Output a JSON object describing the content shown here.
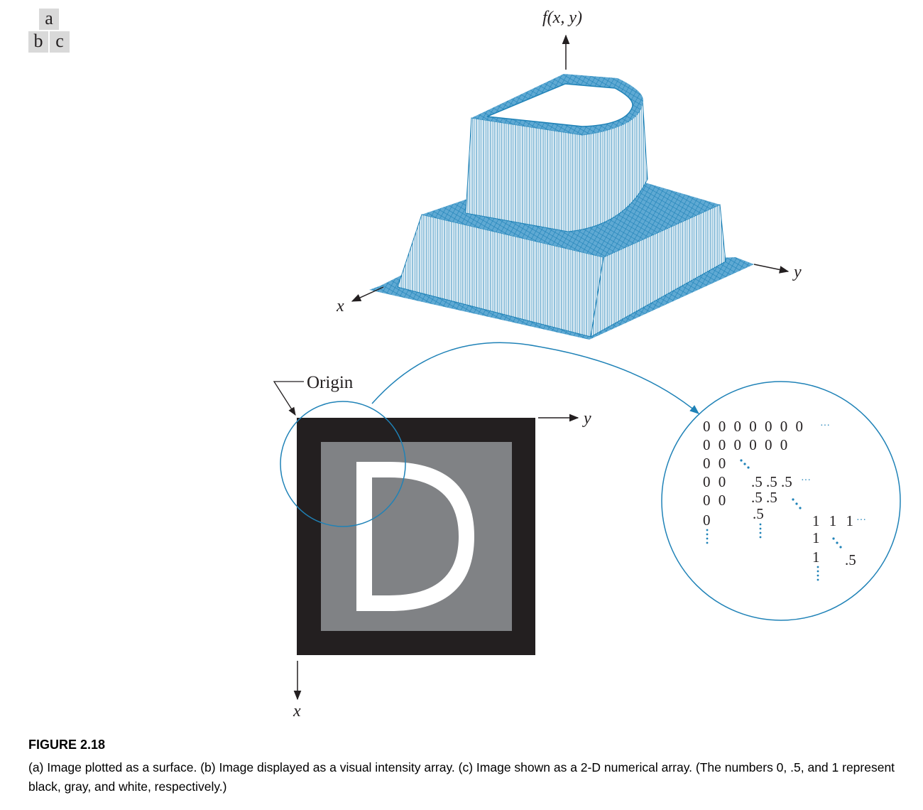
{
  "panel_keys": {
    "a": "a",
    "b": "b",
    "c": "c"
  },
  "surface_plot": {
    "z_axis_label": "f(x, y)",
    "x_axis_label": "x",
    "y_axis_label": "y"
  },
  "intensity_image": {
    "origin_label": "Origin",
    "x_axis_label": "x",
    "y_axis_label": "y",
    "letter": "D"
  },
  "numeric_array": {
    "rows": [
      "0 0 0 0 0 0 0",
      "0 0 0 0 0 0",
      "0 0",
      "0 0",
      "0 0",
      "0"
    ],
    "half_rows": [
      ".5 .5 .5",
      ".5 .5",
      ".5"
    ],
    "one_rows": [
      "1 1 1",
      "1",
      "1"
    ],
    "half_value": ".5",
    "ellipsis": "···"
  },
  "colors": {
    "accent_blue": "#1f82b7",
    "black": "#231f20",
    "gray": "#808285",
    "white": "#ffffff"
  },
  "caption": {
    "label": "FIGURE 2.18",
    "text": "(a) Image plotted as a surface. (b) Image displayed as a visual intensity array. (c) Image shown as a 2-D numerical array. (The numbers 0, .5, and 1 represent black, gray, and white, respectively.)"
  }
}
